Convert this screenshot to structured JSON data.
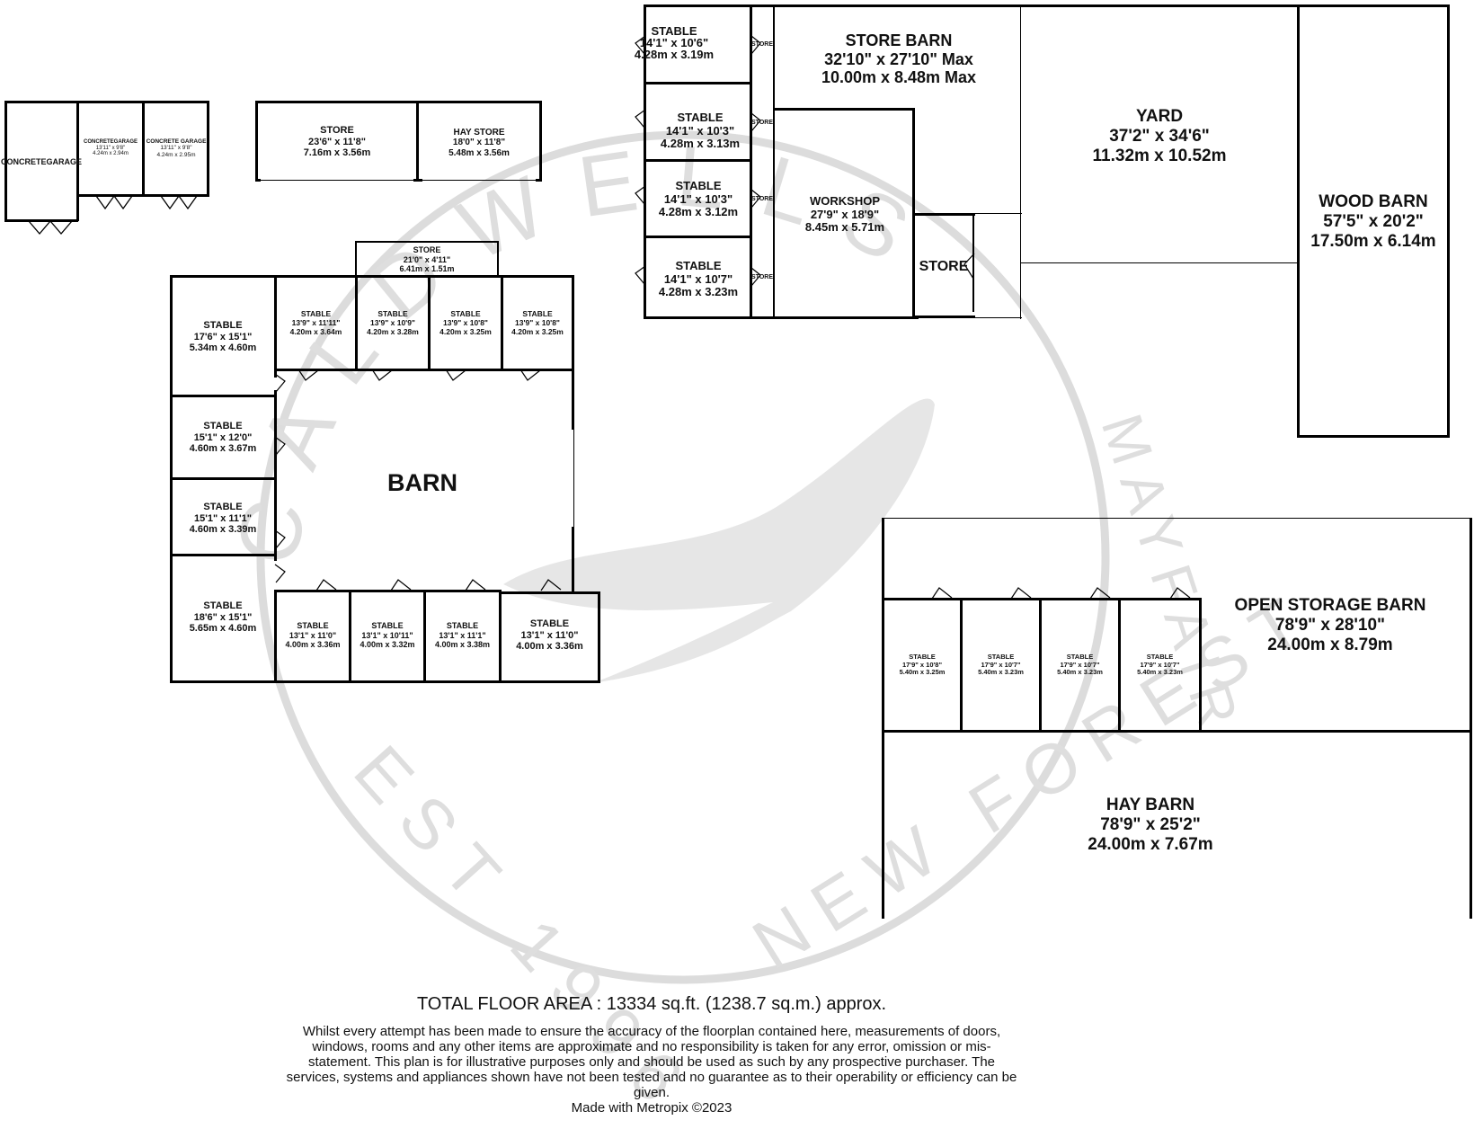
{
  "watermark": {
    "top": "CALDWELLS",
    "right": "MAYFAIR",
    "bottom_left": "EST 1996",
    "bottom_right": "NEW FOREST"
  },
  "rooms": {
    "garage1": {
      "name": "CONCRETEGARAGE"
    },
    "garage2": {
      "name": "CONCRETEGARAGE",
      "imp": "13'11\" x 9'8\"",
      "met": "4.24m x 2.94m"
    },
    "garage3": {
      "name": "CONCRETE GARAGE",
      "imp": "13'11\" x 9'8\"",
      "met": "4.24m x 2.95m"
    },
    "store_a": {
      "name": "STORE",
      "imp": "23'6\" x 11'8\"",
      "met": "7.16m x 3.56m"
    },
    "hay_store": {
      "name": "HAY STORE",
      "imp": "18'0\" x 11'8\"",
      "met": "5.48m x 3.56m"
    },
    "store_b": {
      "name": "STORE",
      "imp": "21'0\" x 4'11\"",
      "met": "6.41m x 1.51m"
    },
    "st_l1": {
      "name": "STABLE",
      "imp": "17'6\" x 15'1\"",
      "met": "5.34m x 4.60m"
    },
    "st_l2": {
      "name": "STABLE",
      "imp": "15'1\" x 12'0\"",
      "met": "4.60m x 3.67m"
    },
    "st_l3": {
      "name": "STABLE",
      "imp": "15'1\" x 11'1\"",
      "met": "4.60m x 3.39m"
    },
    "st_l4": {
      "name": "STABLE",
      "imp": "18'6\" x 15'1\"",
      "met": "5.65m x 4.60m"
    },
    "st_t1": {
      "name": "STABLE",
      "imp": "13'9\" x 11'11\"",
      "met": "4.20m x 3.64m"
    },
    "st_t2": {
      "name": "STABLE",
      "imp": "13'9\" x 10'9\"",
      "met": "4.20m x 3.28m"
    },
    "st_t3": {
      "name": "STABLE",
      "imp": "13'9\" x 10'8\"",
      "met": "4.20m x 3.25m"
    },
    "st_t4": {
      "name": "STABLE",
      "imp": "13'9\" x 10'8\"",
      "met": "4.20m x 3.25m"
    },
    "st_b1": {
      "name": "STABLE",
      "imp": "13'1\" x 11'0\"",
      "met": "4.00m x 3.36m"
    },
    "st_b2": {
      "name": "STABLE",
      "imp": "13'1\" x 10'11\"",
      "met": "4.00m x 3.32m"
    },
    "st_b3": {
      "name": "STABLE",
      "imp": "13'1\" x 11'1\"",
      "met": "4.00m x 3.38m"
    },
    "st_b4": {
      "name": "STABLE",
      "imp": "13'1\" x 11'0\"",
      "met": "4.00m x 3.36m"
    },
    "barn": {
      "name": "BARN"
    },
    "st_r1": {
      "name": "STABLE",
      "imp": "14'1\" x 10'6\"",
      "met": "4.28m x 3.19m"
    },
    "st_r2": {
      "name": "STABLE",
      "imp": "14'1\" x 10'3\"",
      "met": "4.28m x 3.13m"
    },
    "st_r3": {
      "name": "STABLE",
      "imp": "14'1\" x 10'3\"",
      "met": "4.28m x 3.12m"
    },
    "st_r4": {
      "name": "STABLE",
      "imp": "14'1\" x 10'7\"",
      "met": "4.28m x 3.23m"
    },
    "mini_store": {
      "name": "STORE"
    },
    "store_barn": {
      "name": "STORE BARN",
      "imp": "32'10\" x 27'10\" Max",
      "met": "10.00m x 8.48m Max"
    },
    "workshop": {
      "name": "WORKSHOP",
      "imp": "27'9\" x 18'9\"",
      "met": "8.45m x 5.71m"
    },
    "store_c": {
      "name": "STORE"
    },
    "yard": {
      "name": "YARD",
      "imp": "37'2\" x 34'6\"",
      "met": "11.32m x 10.52m"
    },
    "wood_barn": {
      "name": "WOOD BARN",
      "imp": "57'5\" x 20'2\"",
      "met": "17.50m x 6.14m"
    },
    "open_barn": {
      "name": "OPEN STORAGE BARN",
      "imp": "78'9\" x 28'10\"",
      "met": "24.00m x 8.79m"
    },
    "st_o1": {
      "name": "STABLE",
      "imp": "17'9\" x 10'8\"",
      "met": "5.40m x 3.25m"
    },
    "st_o2": {
      "name": "STABLE",
      "imp": "17'9\" x 10'7\"",
      "met": "5.40m x 3.23m"
    },
    "st_o3": {
      "name": "STABLE",
      "imp": "17'9\" x 10'7\"",
      "met": "5.40m x 3.23m"
    },
    "st_o4": {
      "name": "STABLE",
      "imp": "17'9\" x 10'7\"",
      "met": "5.40m x 3.23m"
    },
    "hay_barn": {
      "name": "HAY BARN",
      "imp": "78'9\" x 25'2\"",
      "met": "24.00m x 7.67m"
    }
  },
  "footer": {
    "total": "TOTAL FLOOR AREA : 13334 sq.ft. (1238.7 sq.m.) approx.",
    "disclaimer": "Whilst every attempt has been made to ensure the accuracy of the floorplan contained here, measurements of doors, windows, rooms and any other items are approximate and no responsibility is taken for any error, omission or mis-statement. This plan is for illustrative purposes only and should be used as such by any prospective purchaser. The services, systems and appliances shown have not been tested and no guarantee as to their operability or efficiency can be given.",
    "made_with": "Made with Metropix ©2023"
  }
}
